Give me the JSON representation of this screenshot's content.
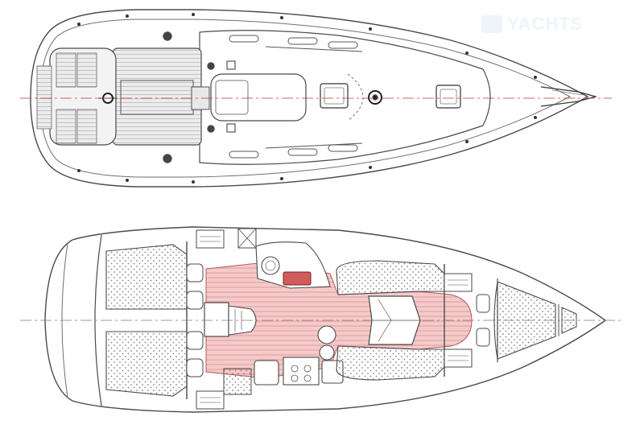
{
  "watermark": {
    "text": "YACHTS"
  },
  "colors": {
    "hull_line": "#4a4a4a",
    "detail_line": "#7a6a6a",
    "centerline": "#c0392b",
    "sole": "#f2c4c4",
    "sole_stripe": "#e59a9a",
    "cushion_dots": "#8c7f7f",
    "deck_teak": "#d9d9d9",
    "paper": "#ffffff"
  },
  "icons": [
    "deck-plan-drawing",
    "interior-layout-drawing",
    "steering-wheel-icon",
    "hatch-icon",
    "winch-icon"
  ]
}
